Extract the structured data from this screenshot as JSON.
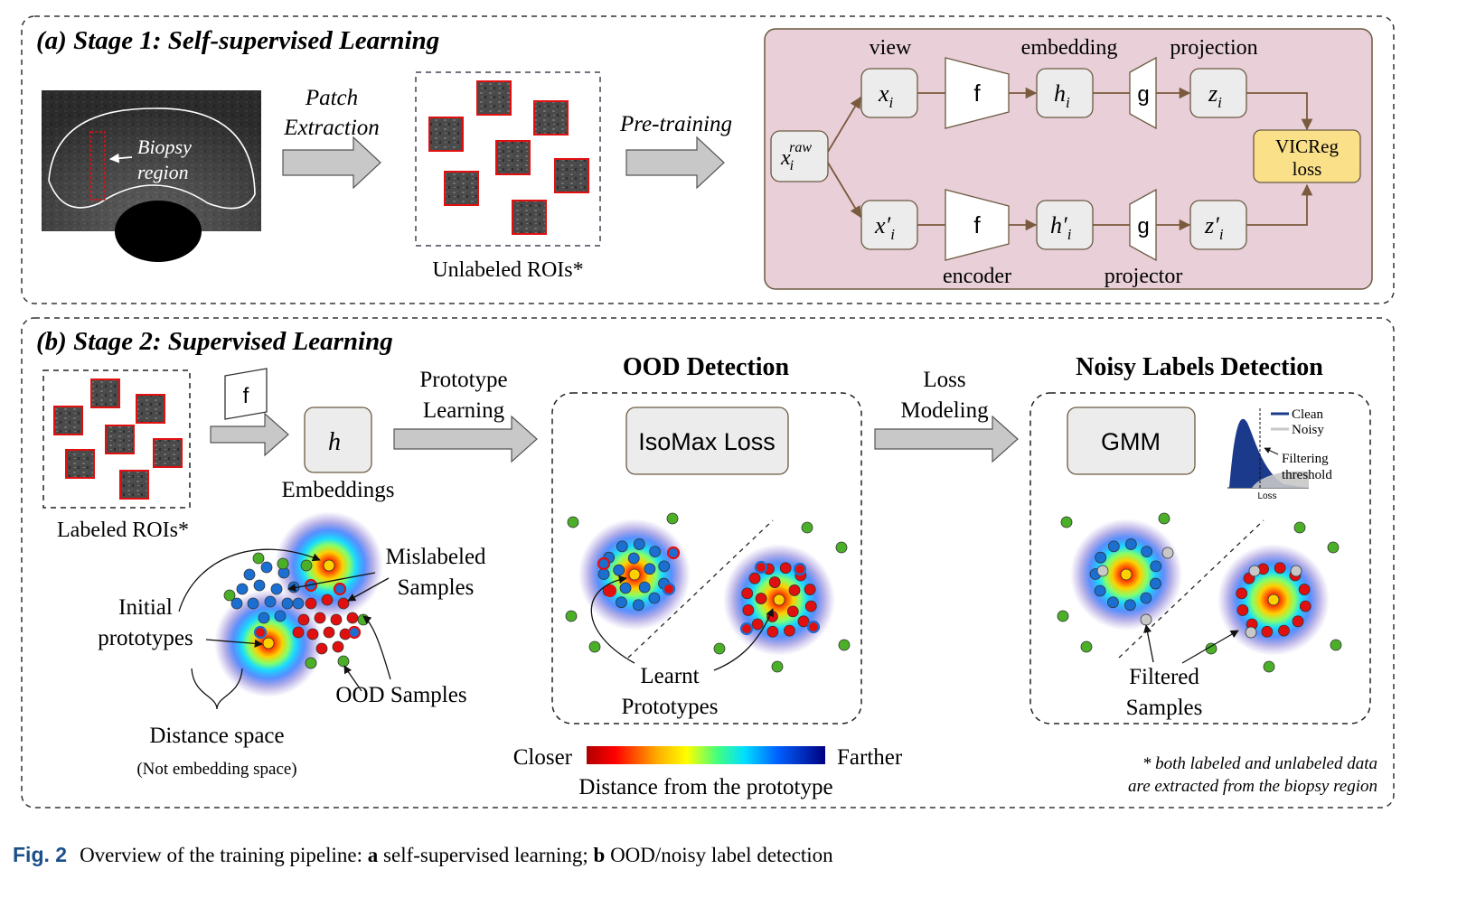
{
  "stage1": {
    "title": "(a) Stage 1: Self-supervised Learning",
    "us_label_line1": "Biopsy",
    "us_label_line2": "region",
    "arrow1_line1": "Patch",
    "arrow1_line2": "Extraction",
    "unlabeled_label": "Unlabeled ROIs*",
    "arrow2_label": "Pre-training",
    "net": {
      "view_label": "view",
      "embedding_label": "embedding",
      "projection_label": "projection",
      "encoder_label": "encoder",
      "projector_label": "projector",
      "raw_main": "x",
      "raw_sub": "i",
      "raw_sup": "raw",
      "x_top_main": "x",
      "x_top_sub": "i",
      "x_bot_main": "x′",
      "x_bot_sub": "i",
      "f_label": "f",
      "h_top_main": "h",
      "h_top_sub": "i",
      "h_bot_main": "h′",
      "h_bot_sub": "i",
      "g_label": "g",
      "z_top_main": "z",
      "z_top_sub": "i",
      "z_bot_main": "z′",
      "z_bot_sub": "i",
      "loss_line1": "VICReg",
      "loss_line2": "loss"
    }
  },
  "stage2": {
    "title": "(b) Stage 2: Supervised Learning",
    "labeled_label": "Labeled ROIs*",
    "f_label": "f",
    "h_label": "h",
    "embeddings_label": "Embeddings",
    "arrow_proto_line1": "Prototype",
    "arrow_proto_line2": "Learning",
    "ood_title": "OOD Detection",
    "isomax_label": "IsoMax Loss",
    "arrow_loss_line1": "Loss",
    "arrow_loss_line2": "Modeling",
    "noisy_title": "Noisy Labels Detection",
    "gmm_label": "GMM",
    "legend_clean": "Clean",
    "legend_noisy": "Noisy",
    "filter_line1": "Filtering",
    "filter_line2": "threshold",
    "loss_axis": "Loss",
    "mislabeled_line1": "Mislabeled",
    "mislabeled_line2": "Samples",
    "initial_line1": "Initial",
    "initial_line2": "prototypes",
    "ood_samples": "OOD Samples",
    "distance_space": "Distance space",
    "not_embedding": "(Not embedding space)",
    "learnt_line1": "Learnt",
    "learnt_line2": "Prototypes",
    "filtered_line1": "Filtered",
    "filtered_line2": "Samples",
    "closer": "Closer",
    "farther": "Farther",
    "distance_caption": "Distance from the prototype",
    "footnote_line1": "* both labeled and unlabeled data",
    "footnote_line2": "are extracted from the biopsy region"
  },
  "caption": {
    "fig_label": "Fig. 2",
    "text1": "Overview of the training pipeline: ",
    "bold_a": "a",
    "text2": " self-supervised learning; ",
    "bold_b": "b",
    "text3": " OOD/noisy label detection"
  },
  "colors": {
    "pink_panel": "#e8cfd8",
    "loss_box": "#fbe08a",
    "node_fill": "#ececec",
    "arrow_gray": "#c8c8c8",
    "red_border": "#e01010",
    "green_dot": "#4caf28",
    "blue_dot": "#1a6fd1",
    "red_dot": "#e01010",
    "gray_dot": "#c8c8c8",
    "dashed_border": "#333333",
    "clean_line": "#1b3a8c"
  }
}
